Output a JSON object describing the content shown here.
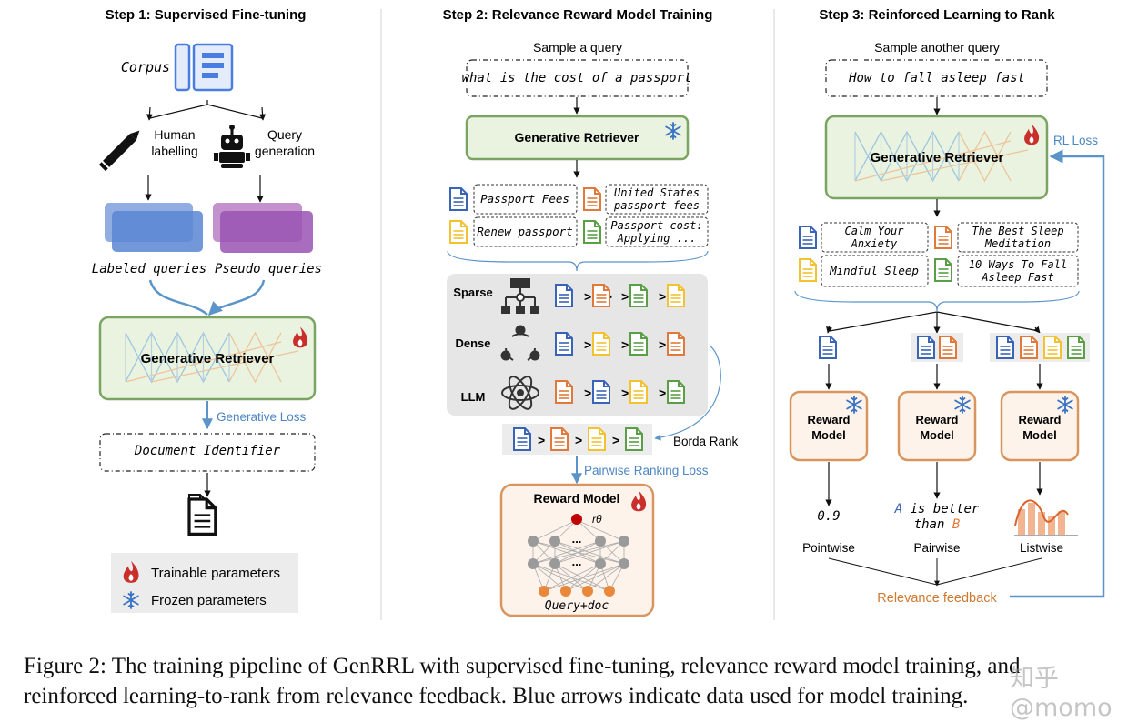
{
  "step1": {
    "title": "Step 1: Supervised Fine-tuning",
    "corpus": "Corpus",
    "human_labelling": [
      "Human",
      "labelling"
    ],
    "query_generation": [
      "Query",
      "generation"
    ],
    "labeled_queries": "Labeled queries",
    "pseudo_queries": "Pseudo queries",
    "retriever": "Generative Retriever",
    "loss": "Generative Loss",
    "doc_id": "Document Identifier",
    "legend": {
      "trainable": "Trainable parameters",
      "frozen": "Frozen parameters"
    }
  },
  "step2": {
    "title": "Step 2: Relevance Reward Model Training",
    "sample": "Sample a query",
    "query": "what is the cost of a passport",
    "retriever": "Generative Retriever",
    "docs": [
      "Passport Fees",
      [
        "United States",
        "passport fees"
      ],
      "Renew passport",
      [
        "Passport cost:",
        "Applying ..."
      ]
    ],
    "rankers": [
      "Sparse",
      "Dense",
      "LLM"
    ],
    "borda": "Borda Rank",
    "pairwise_loss": "Pairwise Ranking Loss",
    "reward_model": "Reward Model",
    "r_theta": "rθ",
    "ellipsis": "...",
    "input": "Query+doc"
  },
  "step3": {
    "title": "Step 3: Reinforced Learning to Rank",
    "sample": "Sample another query",
    "query": "How to fall asleep fast",
    "retriever": "Generative Retriever",
    "rl_loss": "RL Loss",
    "docs": [
      [
        "Calm Your",
        "Anxiety"
      ],
      [
        "The Best Sleep",
        "Meditation"
      ],
      "Mindful Sleep",
      [
        "10 Ways To Fall",
        "Asleep Fast"
      ]
    ],
    "reward": [
      "Reward",
      "Model"
    ],
    "pointwise_value": "0.9",
    "pairwise_text": {
      "a": "A",
      "mid": " is better",
      "than": "than ",
      "b": "B"
    },
    "modes": [
      "Pointwise",
      "Pairwise",
      "Listwise"
    ],
    "feedback": "Relevance feedback"
  },
  "caption": [
    "Figure 2: The training pipeline of GenRRL with supervised fine-tuning, relevance reward model training, and",
    "reinforced learning-to-rank from relevance feedback. Blue arrows indicate data used for model training."
  ],
  "watermark": "知乎 @momo",
  "colors": {
    "green_fill": "#e9f3df",
    "green_stroke": "#7aa462",
    "orange_stroke": "#d9955f",
    "orange_fill": "#fdf3ea",
    "blue_arrow": "#5b94c9",
    "doc_blue": "#3a64b8",
    "doc_orange": "#e0793a",
    "doc_yellow": "#f2c230",
    "doc_green": "#5a9e46",
    "flame": "#c9302c",
    "snow": "#3a72c4"
  }
}
